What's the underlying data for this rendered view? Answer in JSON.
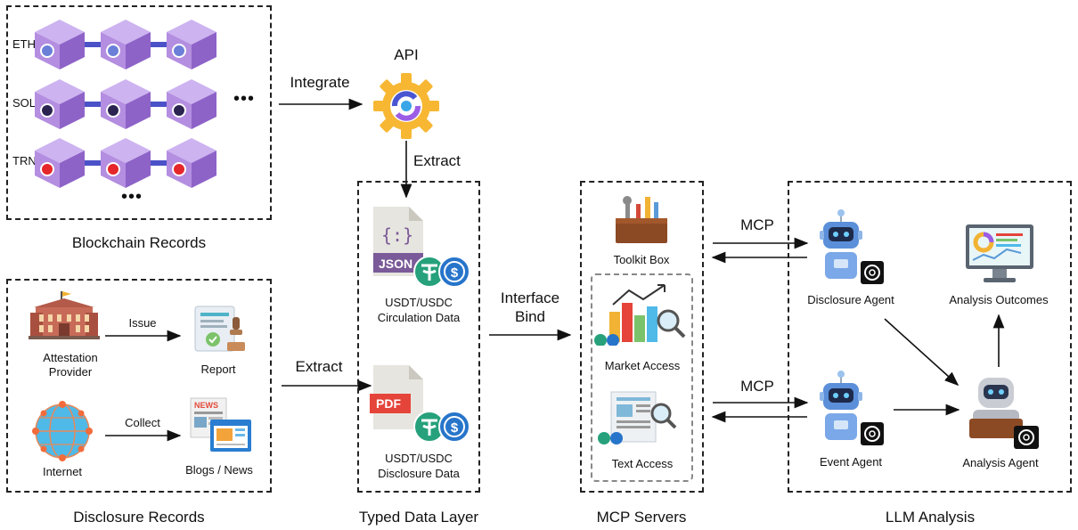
{
  "blockchain": {
    "title": "Blockchain Records",
    "chains": [
      "ETH",
      "SOL",
      "TRN"
    ],
    "ellipsis": "•••"
  },
  "api": {
    "title": "API",
    "integrate_label": "Integrate",
    "extract_label": "Extract"
  },
  "disclosure": {
    "title": "Disclosure Records",
    "provider_label": "Attestation Provider",
    "issue_label": "Issue",
    "report_label": "Report",
    "internet_label": "Internet",
    "collect_label": "Collect",
    "blogs_label": "Blogs / News",
    "extract_label": "Extract"
  },
  "typed_layer": {
    "title": "Typed Data Layer",
    "json_text": "JSON",
    "json_glyph": "{:}",
    "pdf_text": "PDF",
    "circulation_label": "USDT/USDC Circulation Data",
    "disclosure_label": "USDT/USDC Disclosure Data"
  },
  "interface": {
    "label": "Interface Bind"
  },
  "mcp_servers": {
    "title": "MCP Servers",
    "toolkit_label": "Toolkit Box",
    "market_label": "Market Access",
    "text_label": "Text Access"
  },
  "llm": {
    "title": "LLM Analysis",
    "mcp_top": "MCP",
    "mcp_bottom": "MCP",
    "disclosure_agent": "Disclosure Agent",
    "event_agent": "Event Agent",
    "analysis_agent": "Analysis Agent",
    "outcomes": "Analysis Outcomes"
  },
  "colors": {
    "cube": "#b48ee0",
    "cube_dark": "#8e63c8",
    "link": "#4b52c8",
    "eth": "#6b7fd8",
    "sol": "#2b2350",
    "trn": "#e5262b",
    "usdt": "#26a17b",
    "usdc": "#2775ca",
    "robot": "#5b8fd9",
    "gear": "#f7b733",
    "gear_core": "#4a56d1"
  }
}
